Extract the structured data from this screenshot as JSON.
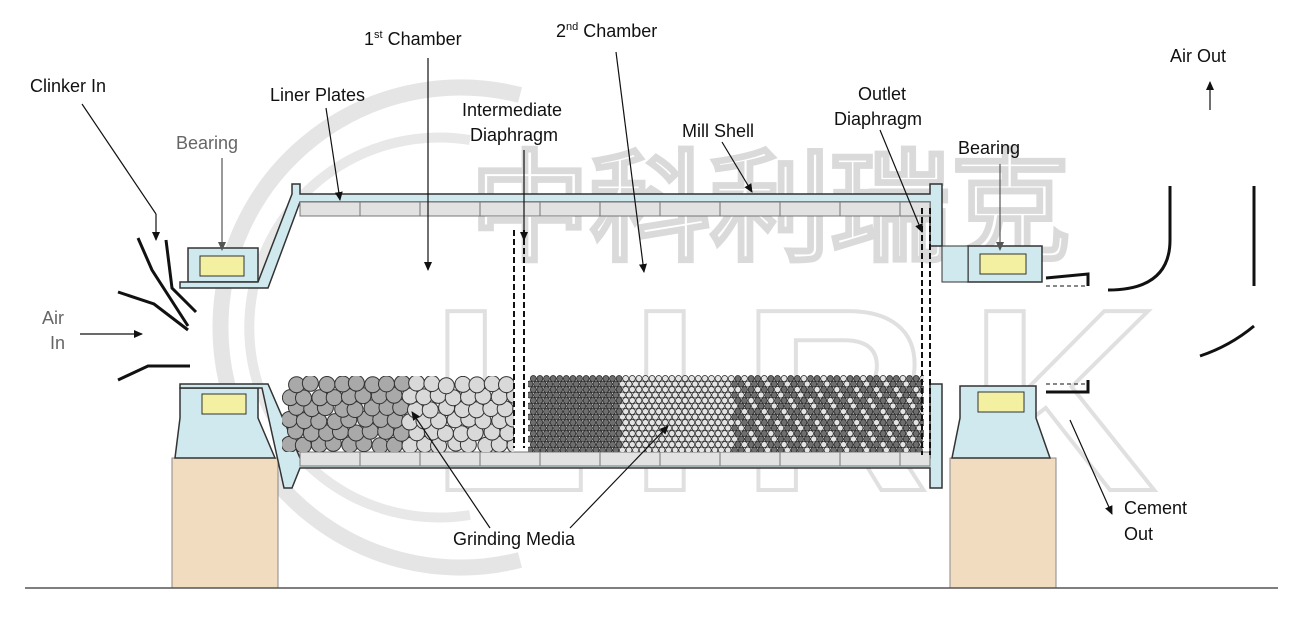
{
  "labels": {
    "clinker_in": "Clinker In",
    "liner_plates": "Liner Plates",
    "chamber1_num": "1",
    "chamber1_sup": "st",
    "chamber1_word": " Chamber",
    "chamber2_num": "2",
    "chamber2_sup": "nd",
    "chamber2_word": " Chamber",
    "bearing_left": "Bearing",
    "intermediate_line1": "Intermediate",
    "intermediate_line2": "Diaphragm",
    "mill_shell": "Mill Shell",
    "outlet_line1": "Outlet",
    "outlet_line2": "Diaphragm",
    "bearing_right": "Bearing",
    "air_out": "Air Out",
    "air_in_line1": "Air",
    "air_in_line2": "In",
    "grinding_media": "Grinding Media",
    "cement_out_line1": "Cement",
    "cement_out_line2": "Out"
  },
  "colors": {
    "shell_fill": "#cfe9ee",
    "liner_fill": "#e2e2e2",
    "bearing_insert": "#f4f0a2",
    "foundation": "#f2dcc0",
    "outline": "#333333",
    "watermark": "#d9d9d9"
  },
  "watermark": {
    "latin": "LIRK",
    "chinese": "中科利瑞克"
  }
}
